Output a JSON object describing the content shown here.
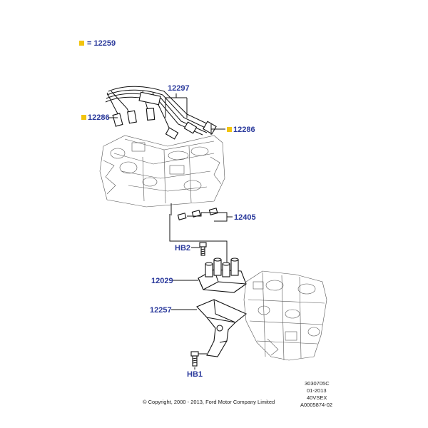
{
  "legend": {
    "marker_color": "#f2c40f",
    "text": "= 12259"
  },
  "callouts": {
    "c12297": "12297",
    "c12286_left": "12286",
    "c12286_right": "12286",
    "c12405": "12405",
    "hb2": "HB2",
    "c12029": "12029",
    "c12257": "12257",
    "hb1": "HB1"
  },
  "info_block": [
    "3030705C",
    "01-2013",
    "40VSEX",
    "A0005874-02"
  ],
  "copyright": "© Copyright, 2000 - 2013, Ford Motor Company Limited",
  "colors": {
    "callout": "#2b3a9c",
    "marker": "#f2c40f",
    "line": "#111111"
  }
}
